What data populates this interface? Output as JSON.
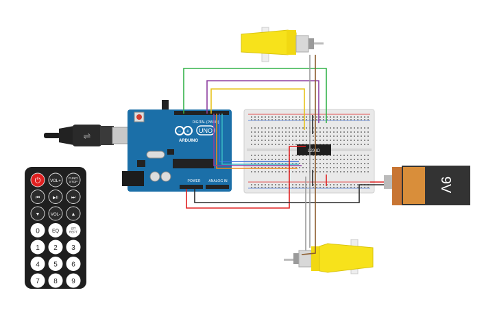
{
  "arduino": {
    "brand": "ARDUINO",
    "model": "UNO",
    "digital_label": "DIGITAL (PWM~)",
    "power_label": "POWER",
    "analog_label": "ANALOG IN",
    "icon": "arduino-logo-icon",
    "color": "#1b6fa8"
  },
  "driver_ic": {
    "label": "L293D"
  },
  "battery": {
    "label": "9V",
    "body_color": "#333333",
    "cap_color": "#c87533"
  },
  "remote": {
    "rows": [
      [
        {
          "label": "",
          "icon": "power-icon"
        },
        {
          "label": "VOL+"
        },
        {
          "label": "FUNC/ STOP"
        }
      ],
      [
        {
          "label": "⏮",
          "icon": "prev-icon"
        },
        {
          "label": "▶II",
          "icon": "play-pause-icon"
        },
        {
          "label": "⏭",
          "icon": "next-icon"
        }
      ],
      [
        {
          "label": "▼",
          "icon": "down-icon"
        },
        {
          "label": "VOL-"
        },
        {
          "label": "▲",
          "icon": "up-icon"
        }
      ],
      [
        {
          "label": "0"
        },
        {
          "label": "EQ"
        },
        {
          "label": "ST/ REPT"
        }
      ],
      [
        {
          "label": "1"
        },
        {
          "label": "2"
        },
        {
          "label": "3"
        }
      ],
      [
        {
          "label": "4"
        },
        {
          "label": "5"
        },
        {
          "label": "6"
        }
      ],
      [
        {
          "label": "7"
        },
        {
          "label": "8"
        },
        {
          "label": "9"
        }
      ]
    ]
  },
  "wire_colors": {
    "green": "#34b34a",
    "purple": "#8e3fa0",
    "yellow": "#e8c21a",
    "orange": "#f08a1c",
    "blue": "#3f6fd8",
    "cyan": "#39b6c4",
    "red": "#e02020",
    "black": "#2a2a2a",
    "brown": "#8b5a2b",
    "gray": "#9a9a9a"
  },
  "motor_color": "#f7e21b"
}
